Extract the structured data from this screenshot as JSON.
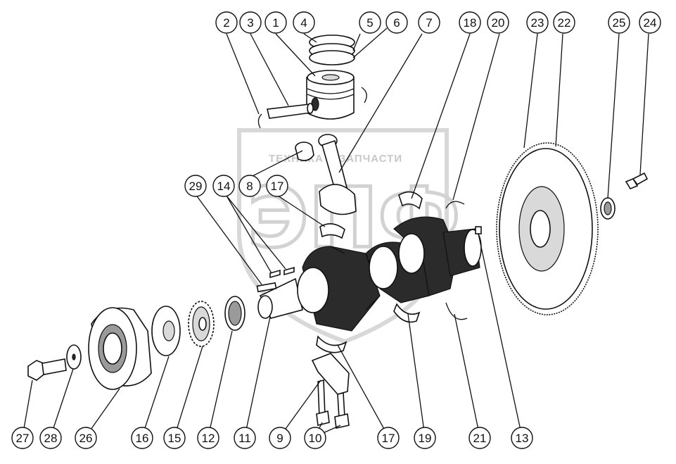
{
  "watermark": {
    "caption": "ТЕХНИКА И ЗАПЧАСТИ",
    "logo": "ЭПФ"
  },
  "callouts": [
    "1",
    "2",
    "3",
    "4",
    "5",
    "6",
    "7",
    "8",
    "9",
    "10",
    "11",
    "12",
    "13",
    "14",
    "15",
    "16",
    "17",
    "17",
    "18",
    "19",
    "20",
    "21",
    "22",
    "23",
    "24",
    "25",
    "26",
    "27",
    "28",
    "29"
  ],
  "labels": {
    "c1": "1",
    "c2": "2",
    "c3": "3",
    "c4": "4",
    "c5": "5",
    "c6": "6",
    "c7": "7",
    "c8": "8",
    "c9": "9",
    "c10": "10",
    "c11": "11",
    "c12": "12",
    "c13": "13",
    "c14": "14",
    "c15": "15",
    "c16": "16",
    "c17a": "17",
    "c17b": "17",
    "c18": "18",
    "c19": "19",
    "c20": "20",
    "c21": "21",
    "c22": "22",
    "c23": "23",
    "c24": "24",
    "c25": "25",
    "c26": "26",
    "c27": "27",
    "c28": "28",
    "c29": "29"
  },
  "colors": {
    "line": "#111111",
    "watermark": "#c8c8c8",
    "shading": "#2b2b2b"
  }
}
